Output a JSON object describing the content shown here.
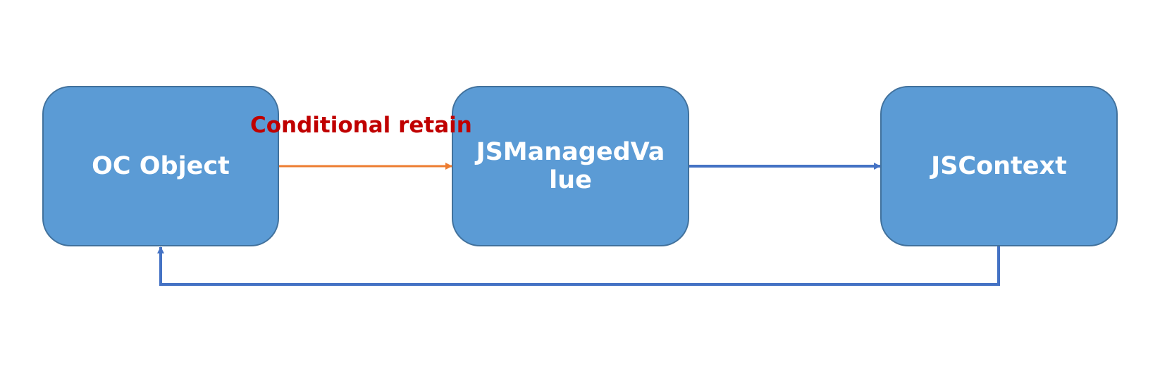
{
  "diagram": {
    "nodes": [
      {
        "id": "oc",
        "label": "OC Object"
      },
      {
        "id": "jsmv",
        "label": "JSManagedValue"
      },
      {
        "id": "jsctx",
        "label": "JSContext"
      }
    ],
    "edges": [
      {
        "from": "oc",
        "to": "jsmv",
        "label": "Conditional retain",
        "color": "#ed7d31"
      },
      {
        "from": "jsmv",
        "to": "jsctx",
        "label": "",
        "color": "#4472c4"
      },
      {
        "from": "jsctx",
        "to": "oc",
        "label": "",
        "color": "#4472c4"
      }
    ],
    "colors": {
      "node_fill": "#5b9bd5",
      "node_border": "#41719c",
      "node_text": "#ffffff",
      "label_text": "#c00000"
    }
  }
}
